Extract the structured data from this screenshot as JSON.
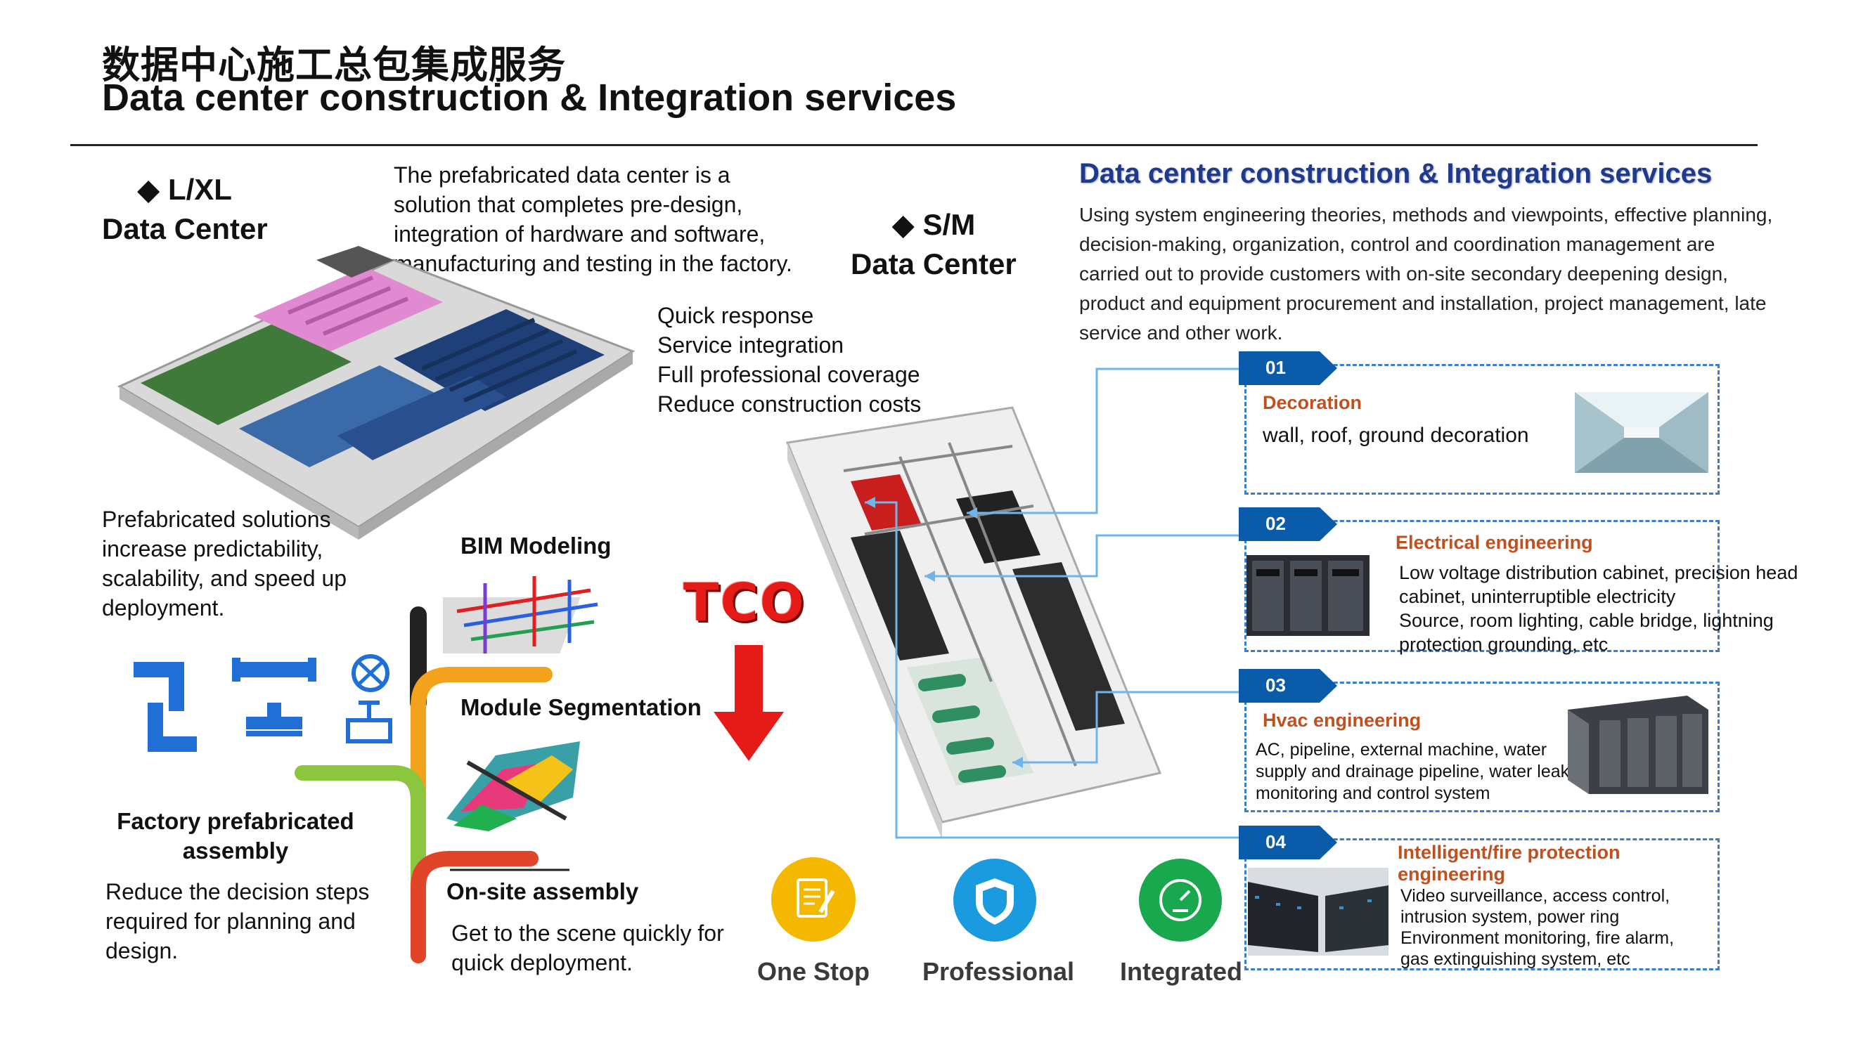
{
  "header": {
    "title_cn": "数据中心施工总包集成服务",
    "title_en": "Data center construction & Integration services"
  },
  "lxl": {
    "title_line1": "L/XL",
    "title_line2": "Data Center",
    "description": [
      "The prefabricated data center is a",
      "solution that completes pre-design,",
      "integration of hardware and software,",
      "manufacturing and testing in the factory."
    ]
  },
  "sm": {
    "title_line1": "S/M",
    "title_line2": "Data Center",
    "benefits": [
      "Quick response",
      "Service integration",
      "Full professional coverage",
      "Reduce construction costs"
    ]
  },
  "prefab": {
    "text": [
      "Prefabricated solutions",
      "increase predictability,",
      "scalability, and speed up",
      "deployment."
    ]
  },
  "process": {
    "bim": "BIM Modeling",
    "module": "Module Segmentation",
    "factory_title": [
      "Factory prefabricated",
      "assembly"
    ],
    "factory_text": [
      "Reduce the decision steps",
      "required for planning and",
      "design."
    ],
    "onsite_title": "On-site assembly",
    "onsite_text": [
      "Get to the scene quickly for",
      "quick deployment."
    ]
  },
  "tco": {
    "label": "TCO"
  },
  "badges": [
    {
      "label": "One Stop",
      "icon": "notepad-pen-icon",
      "color": "#f5b800"
    },
    {
      "label": "Professional",
      "icon": "shield-icon",
      "color": "#1a9be0"
    },
    {
      "label": "Integrated",
      "icon": "gauge-icon",
      "color": "#1aa84e"
    }
  ],
  "right": {
    "heading": "Data center construction & Integration services",
    "paragraph": [
      "Using system engineering theories, methods and viewpoints, effective planning,",
      "decision-making, organization, control and coordination management are",
      "carried out to provide customers with on-site secondary deepening design,",
      "product and equipment procurement and installation, project management, late",
      "service and other work."
    ]
  },
  "services": [
    {
      "num": "01",
      "title": "Decoration",
      "lines": [
        "wall, roof, ground decoration"
      ]
    },
    {
      "num": "02",
      "title": "Electrical engineering",
      "lines": [
        "Low voltage distribution cabinet, precision head",
        "cabinet, uninterruptible electricity",
        "Source, room lighting, cable bridge, lightning",
        "protection grounding, etc"
      ]
    },
    {
      "num": "03",
      "title": "Hvac engineering",
      "lines": [
        "AC, pipeline, external machine, water",
        "supply and drainage pipeline, water leak",
        "monitoring and control system"
      ]
    },
    {
      "num": "04",
      "title_lines": [
        "Intelligent/fire protection",
        "engineering"
      ],
      "lines": [
        "Video surveillance, access control,",
        "intrusion system, power ring",
        "Environment monitoring, fire alarm,",
        "gas extinguishing system, etc"
      ]
    }
  ],
  "colors": {
    "accent_blue": "#0a5cab",
    "heading_navy": "#1f3a8a",
    "service_orange": "#c0501f",
    "tco_red": "#e41b17"
  }
}
